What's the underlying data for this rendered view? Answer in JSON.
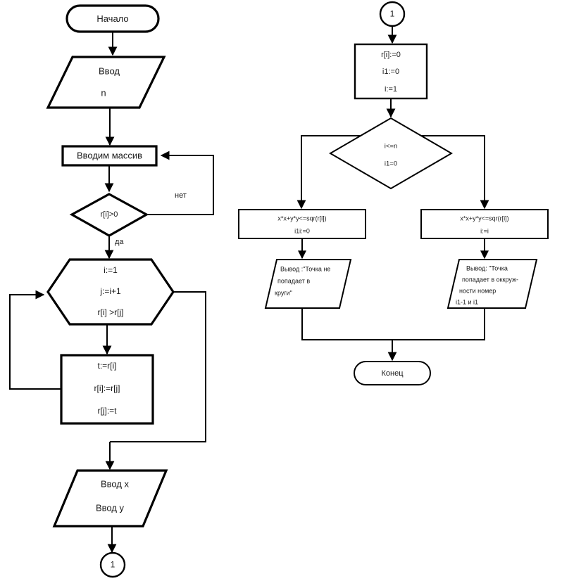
{
  "diagram": {
    "title": "Flowchart",
    "language": "ru",
    "stroke_color": "#000000",
    "fill_color": "#ffffff",
    "text_color": "#1a1a1a"
  },
  "left_column": {
    "start": {
      "label": "Начало",
      "shape": "terminator"
    },
    "input_n": {
      "line1": "Ввод",
      "line2": "n",
      "shape": "parallelogram"
    },
    "input_array": {
      "label": "Вводим массив",
      "shape": "process"
    },
    "check_positive": {
      "label": "r[i]>0",
      "shape": "decision"
    },
    "branch_no": {
      "label": "нет"
    },
    "branch_yes": {
      "label": "да"
    },
    "loop_hexagon": {
      "line1": "i:=1",
      "line2": "j:=i+1",
      "line3": "r[i] >r[j]",
      "shape": "preparation"
    },
    "swap_box": {
      "line1": "t:=r[i]",
      "line2": "r[i]:=r[j]",
      "line3": "r[j]:=t",
      "shape": "process"
    },
    "input_xy": {
      "line1": "Ввод x",
      "line2": "Ввод y",
      "shape": "parallelogram"
    },
    "connector_out": {
      "label": "1",
      "shape": "connector"
    }
  },
  "right_column": {
    "connector_in": {
      "label": "1",
      "shape": "connector"
    },
    "init_box": {
      "line1": "r[i]:=0",
      "line2": "i1:=0",
      "line3": "i:=1",
      "shape": "process"
    },
    "condition": {
      "line1": "i<=n",
      "line2": "i1=0",
      "shape": "decision"
    },
    "left_process": {
      "line1": "x*x+y*y<=sqr(r[i])",
      "line2": "i1i:=0",
      "shape": "process"
    },
    "right_process": {
      "line1": "x*x+y*y<=sqr(r[i])",
      "line2": "i:=i",
      "shape": "process"
    },
    "left_output": {
      "line1": "Вывод :\"Точка не",
      "line2": "попадает в",
      "line3": "круги\"",
      "shape": "parallelogram"
    },
    "right_output": {
      "line1": "Вывод: \"Точка",
      "line2": "попадает в оккруж-",
      "line3": "ности номер",
      "line4": "i1-1 и i1",
      "shape": "parallelogram"
    },
    "end": {
      "label": "Конец",
      "shape": "terminator"
    }
  }
}
